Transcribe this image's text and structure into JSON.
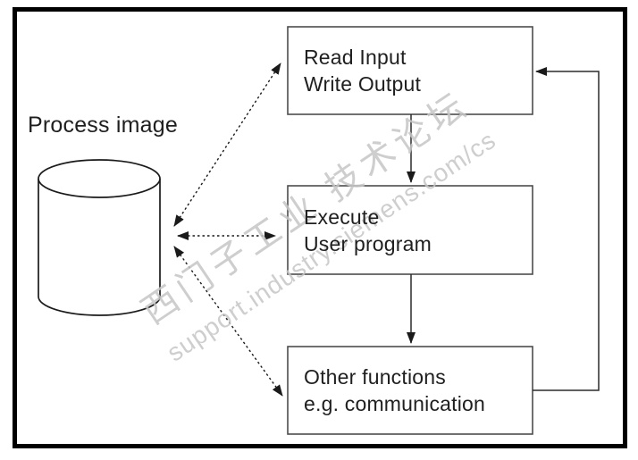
{
  "diagram": {
    "process_image_label": "Process image",
    "boxes": {
      "read_write": {
        "line1": "Read Input",
        "line2": "Write Output"
      },
      "execute": {
        "line1": "Execute",
        "line2": "User program"
      },
      "other": {
        "line1": "Other functions",
        "line2": "e.g. communication"
      }
    },
    "watermark": {
      "line1": "西门子工业 技术论坛",
      "line2": "support.industry.siemens.com/cs"
    },
    "colors": {
      "background": "#ffffff",
      "outer_border": "#000000",
      "solid_line": "#2b2b2b",
      "box_border": "#4d4d4d",
      "dashed_line": "#1a1a1a",
      "text": "#1f1f1f",
      "watermark": "#c6c6c6"
    }
  }
}
